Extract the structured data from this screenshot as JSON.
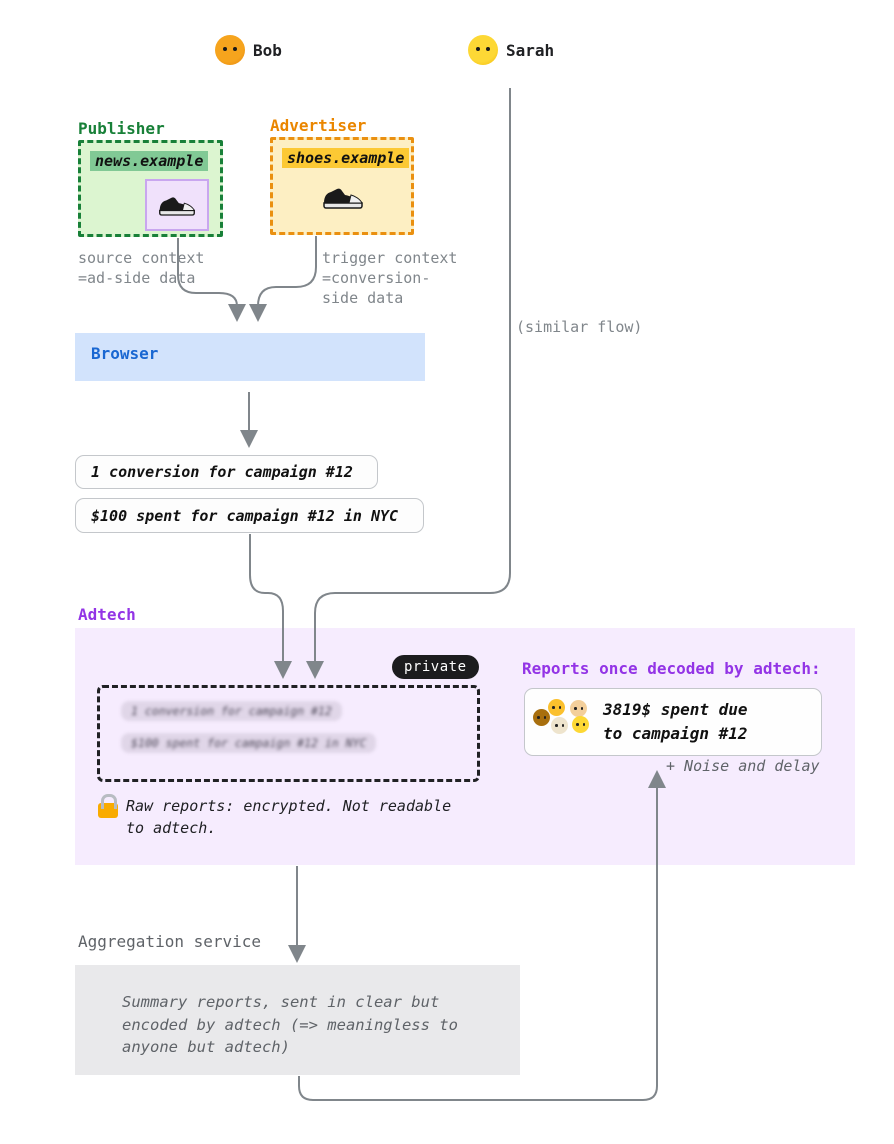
{
  "actors": {
    "bob": {
      "label": "Bob"
    },
    "sarah": {
      "label": "Sarah"
    }
  },
  "publisher": {
    "title": "Publisher",
    "site": "news.example"
  },
  "advertiser": {
    "title": "Advertiser",
    "site": "shoes.example"
  },
  "context_notes": {
    "source": "source context\n=ad-side data",
    "trigger": "trigger context\n=conversion-\nside data",
    "similar_flow": "(similar flow)"
  },
  "browser": {
    "title": "Browser"
  },
  "reports": {
    "conversion": "1 conversion for campaign #12",
    "spend": "$100 spent for campaign #12 in NYC"
  },
  "adtech": {
    "title": "Adtech",
    "private_badge": "private",
    "encrypted_reports": [
      "1 conversion for campaign #12",
      "$100 spent for campaign #12 in NYC"
    ],
    "raw_note": "Raw reports: encrypted. Not readable\nto adtech.",
    "decoded_heading": "Reports once decoded by adtech:",
    "decoded_report": "3819$ spent due\nto campaign #12",
    "noise_note": "+ Noise and delay"
  },
  "aggregation": {
    "title": "Aggregation service",
    "summary": "Summary reports, sent in clear but\nencoded by adtech (=> meaningless to\nanyone but adtech)"
  },
  "colors": {
    "publisher_green": "#188038",
    "publisher_bg": "#dcf5d0",
    "site_highlight_green": "#81c995",
    "advertiser_orange": "#ea8600",
    "advertiser_bg": "#fdefc3",
    "site_highlight_orange": "#fcc934",
    "browser_bg": "#d2e3fc",
    "browser_text": "#1967d2",
    "adtech_purple": "#9334e6",
    "adtech_bg": "#f6ecfe",
    "aggregation_bg": "#e9e9eb",
    "arrow_gray": "#80868b",
    "face_colors": [
      "#a86f0e",
      "#fbc02d",
      "#f3cf9b",
      "#eee4cd",
      "#fdd835"
    ]
  }
}
